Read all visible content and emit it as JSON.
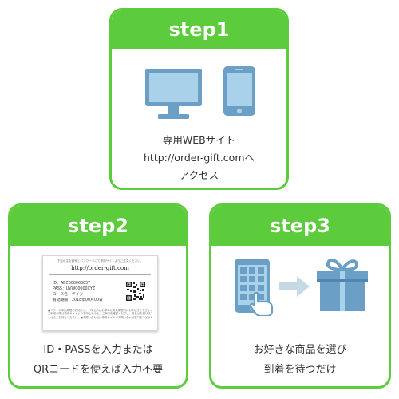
{
  "colors": {
    "accent": "#5ccc3c",
    "icon_blue": "#6b9fc5",
    "icon_light": "#a9d2ea",
    "arrow": "#c5d9e6",
    "text": "#333333"
  },
  "step1": {
    "title": "step1",
    "icons": [
      "desktop-monitor-icon",
      "smartphone-icon"
    ],
    "lines": [
      "専用WEBサイト",
      "http://order-gift.comへ",
      "アクセス"
    ]
  },
  "step2": {
    "title": "step2",
    "gift_card": {
      "note": "下記の注文番号とパスワードにて専用サイトよりご注文ください。",
      "url": "http://order-gift.com",
      "id_label": "ID：ABC000000057",
      "pass_label": "PASS：UVW00000XYZ",
      "course_label": "コース名：デイジー",
      "expiry_label": "有効期限：2018年00月00日",
      "fine_print": [
        "■ギフトの申込期限のお知らせ。お申込みはお早めに有効期限内にお手続きください。",
        "ご利用の際は専用サイトよりお申込みの上、ご案内を確認ください。商品はお届けまで",
        "しばらくお待ちください。■お問い合わせは専用サイトのお問い合わせ窓口までどうぞ。"
      ],
      "icons": [
        "qr-code-icon"
      ]
    },
    "lines": [
      "ID・PASSを入力または",
      "QRコードを使えば入力不要"
    ]
  },
  "step3": {
    "title": "step3",
    "icons": [
      "tablet-grid-icon",
      "tapping-hand-icon",
      "arrow-right-icon",
      "gift-box-icon"
    ],
    "lines": [
      "お好きな商品を選び",
      "到着を待つだけ"
    ]
  }
}
